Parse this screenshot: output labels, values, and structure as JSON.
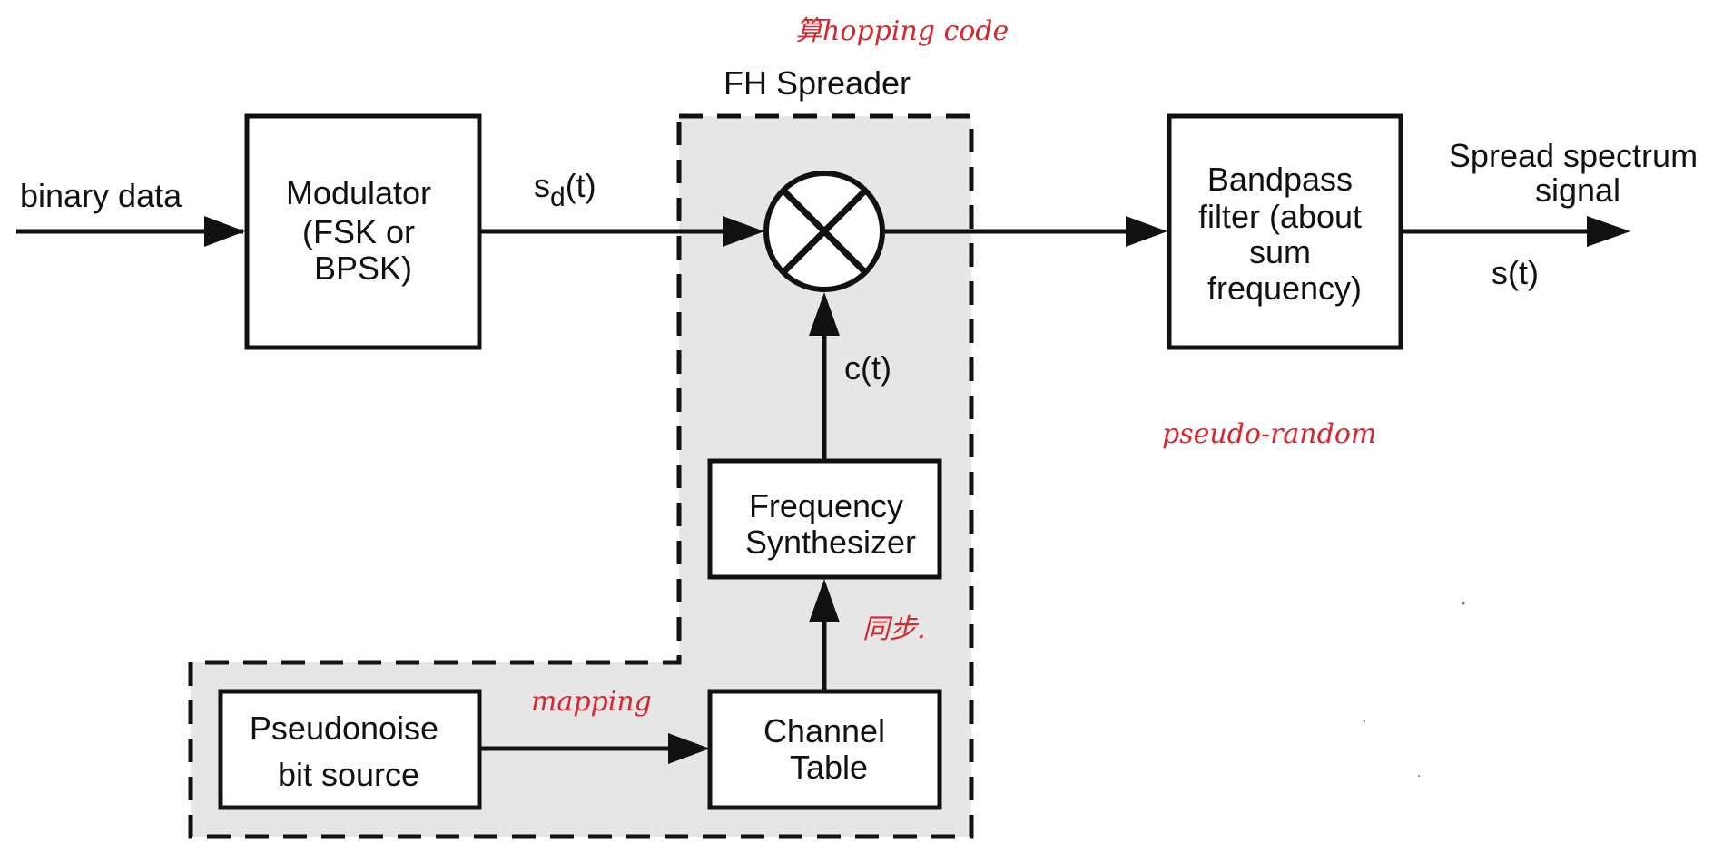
{
  "colors": {
    "spreader_fill": "#e6e6e6",
    "stroke": "#111111",
    "annotation": "#d9262c"
  },
  "labels": {
    "input": "binary data",
    "sd": "s",
    "sd_sub": "d",
    "sd_tail": "(t)",
    "ct": "c(t)",
    "st": "s(t)",
    "spreader_title": "FH Spreader",
    "output_line1": "Spread spectrum",
    "output_line2": "signal"
  },
  "blocks": {
    "modulator": [
      "Modulator",
      "(FSK or",
      "BPSK)"
    ],
    "bandpass": [
      "Bandpass",
      "filter (about",
      "sum",
      "frequency)"
    ],
    "synth": [
      "Frequency",
      "Synthesizer"
    ],
    "channel": [
      "Channel",
      "Table"
    ],
    "pn": [
      "Pseudonoise",
      "bit source"
    ]
  },
  "mixer_icon": "multiplier-x-icon",
  "annotations": {
    "top": "算hopping code",
    "pseudo": "pseudo-random",
    "mapping": "mapping",
    "sync": "同步."
  }
}
